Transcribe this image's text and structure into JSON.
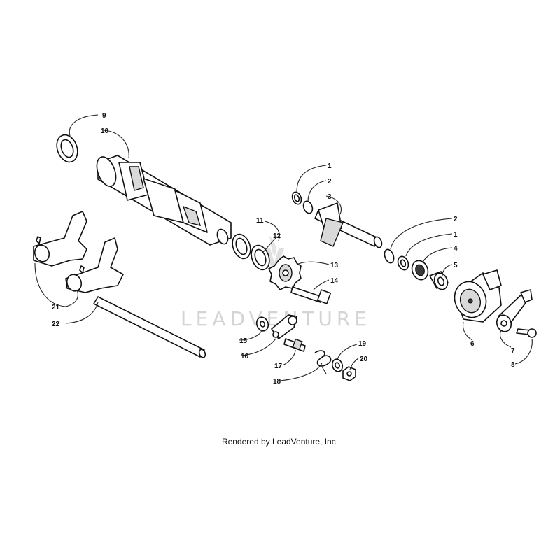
{
  "diagram": {
    "callouts": [
      "1",
      "2",
      "3",
      "4",
      "5",
      "6",
      "7",
      "8",
      "9",
      "10",
      "11",
      "12",
      "13",
      "14",
      "15",
      "16",
      "17",
      "18",
      "19",
      "20",
      "21",
      "22"
    ],
    "duplicate_callouts": [
      "1",
      "2"
    ]
  },
  "watermark": {
    "text": "LEADVENTURE"
  },
  "footer": {
    "text": "Rendered by LeadVenture, Inc."
  }
}
